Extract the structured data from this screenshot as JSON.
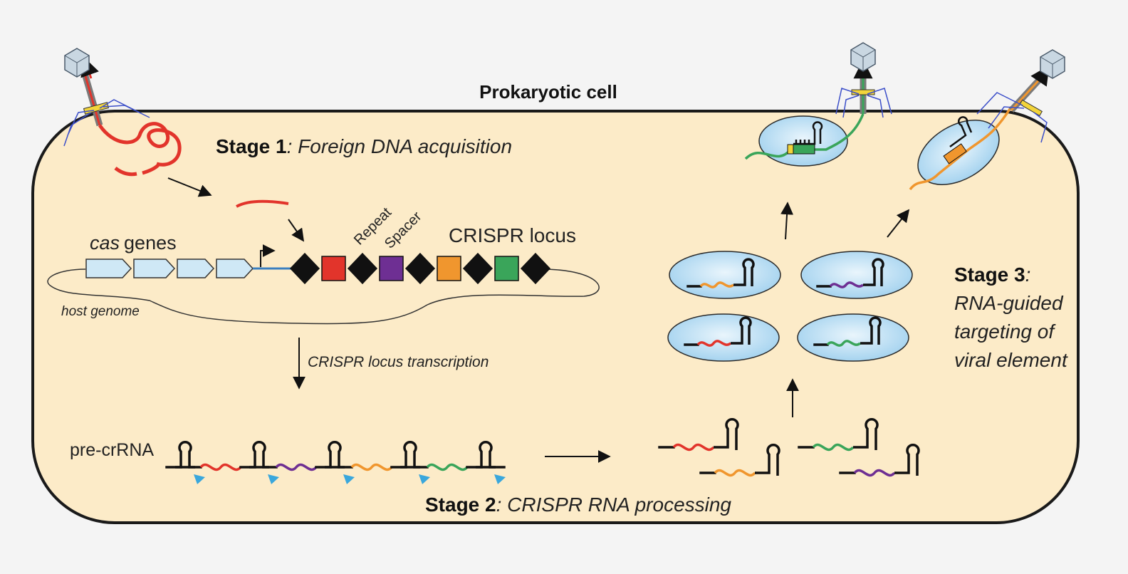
{
  "title": "Prokaryotic cell",
  "stage1": {
    "label": "Stage 1",
    "desc": ": Foreign DNA acquisition"
  },
  "stage2": {
    "label": "Stage 2",
    "desc": ": CRISPR RNA processing"
  },
  "stage3": {
    "label": "Stage 3",
    "desc": ":",
    "lines": [
      "RNA-guided",
      "targeting of",
      "viral element"
    ]
  },
  "labels": {
    "cas_italic": "cas",
    "cas_genes": "genes",
    "crispr_locus": "CRISPR locus",
    "repeat": "Repeat",
    "spacer": "Spacer",
    "host_genome": "host genome",
    "transcription": "CRISPR locus transcription",
    "pre_crrna": "pre-crRNA"
  },
  "colors": {
    "cell_fill": "#fcebc8",
    "cell_stroke": "#1a1a1a",
    "repeat": "#111111",
    "gene": "#cfe8f6",
    "complex": "#bfe0f4",
    "spacer_red": "#e2342b",
    "spacer_purple": "#6e2f93",
    "spacer_orange": "#f0962e",
    "spacer_green": "#3aa55a",
    "cleavage_arrow": "#3aa7dc"
  },
  "icons": [
    "bacteriophage-icon",
    "repeat-diamond-icon",
    "spacer-square-icon",
    "crrna-hairpin-icon",
    "cas-complex-icon",
    "promoter-arrow-icon"
  ]
}
